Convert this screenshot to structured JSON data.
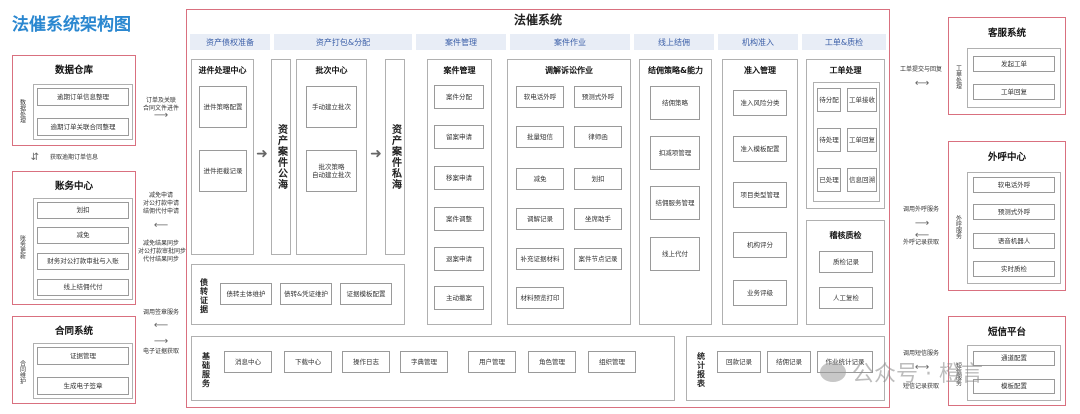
{
  "page_title": "法催系统架构图",
  "left": {
    "warehouse": {
      "title": "数据仓库",
      "side": "数据处理",
      "items": [
        "逾期订单信息整理",
        "逾期订单关联合同整理"
      ]
    },
    "account": {
      "title": "账务中心",
      "side": "账务更新",
      "items": [
        "划扣",
        "减免",
        "财务对公打款审批与入账",
        "线上结佣代付"
      ]
    },
    "contract": {
      "title": "合同系统",
      "side": "合同维护",
      "items": [
        "证据管理",
        "生成电子签章"
      ]
    }
  },
  "left_links": {
    "l1": "订单及关联\n合同文件进件",
    "l2": "获取逾期订单信息",
    "l3": "减免申请\n对公打款申请\n结佣代付申请",
    "l4": "减免结果同步\n对公打款审批同步\n代付结果同步",
    "l5": "调用签章服务",
    "l6": "电子证据获取"
  },
  "main": {
    "title": "法催系统",
    "stages": [
      "资产债权准备",
      "资产打包&分配",
      "案件管理",
      "案件作业",
      "线上结佣",
      "机构准入",
      "工单&质检"
    ],
    "intake": {
      "title": "进件处理中心",
      "items": [
        "进件策略配置",
        "进件拒截记录"
      ]
    },
    "pool_public": "资产案件公海",
    "batch": {
      "title": "批次中心",
      "items": [
        "手动建立批次",
        "批次策略\n自动建立批次"
      ]
    },
    "pool_private": "资产案件私海",
    "case_mgmt": {
      "title": "案件管理",
      "items": [
        "案件分配",
        "留案申请",
        "移案申请",
        "案件调整",
        "退案申请",
        "主动撤案"
      ]
    },
    "mediation": {
      "title": "调解诉讼作业",
      "items": [
        "软电话外呼",
        "预测式外呼",
        "批量短信",
        "律师函",
        "减免",
        "划扣",
        "调解记录",
        "坐席助手",
        "补充证据材料",
        "案件节点记录",
        "材料预览打印"
      ]
    },
    "commission": {
      "title": "结佣策略&能力",
      "items": [
        "结佣策略",
        "扣减项管理",
        "结佣服务管理",
        "线上代付"
      ]
    },
    "access": {
      "title": "准入管理",
      "items": [
        "准入风险分类",
        "准入模板配置",
        "项目类型管理",
        "机构评分",
        "业务评级"
      ]
    },
    "workorder": {
      "title": "工单处理",
      "items": [
        "待分配",
        "工单接收",
        "待处理",
        "工单回复",
        "已处理",
        "信息回溯"
      ]
    },
    "qc": {
      "title": "稽核质检",
      "items": [
        "质检记录",
        "人工复检"
      ]
    },
    "evidence": {
      "side": "债转证据",
      "items": [
        "债转主体维护",
        "债转&凭证维护",
        "证据模板配置"
      ]
    },
    "base": {
      "side": "基础服务",
      "items": [
        "消息中心",
        "下载中心",
        "操作日志",
        "字典管理",
        "用户管理",
        "角色管理",
        "组织管理"
      ]
    },
    "stats": {
      "side": "统计报表",
      "items": [
        "回款记录",
        "结佣记录",
        "作业统计记录"
      ]
    }
  },
  "right_links": {
    "r1": "工单提交与回复",
    "r2": "调用外呼服务",
    "r3": "外呼记录获取",
    "r4": "调用短信服务",
    "r5": "短信记录获取"
  },
  "right": {
    "service": {
      "title": "客服系统",
      "side": "工单处理",
      "items": [
        "发起工单",
        "工单回复"
      ]
    },
    "callout": {
      "title": "外呼中心",
      "side": "外呼服务",
      "items": [
        "软电话外呼",
        "预测式外呼",
        "语音机器人",
        "实时质检"
      ]
    },
    "sms": {
      "title": "短信平台",
      "side": "短信服务",
      "items": [
        "通道配置",
        "模板配置"
      ]
    }
  },
  "watermark": "公众号 · 橙言"
}
